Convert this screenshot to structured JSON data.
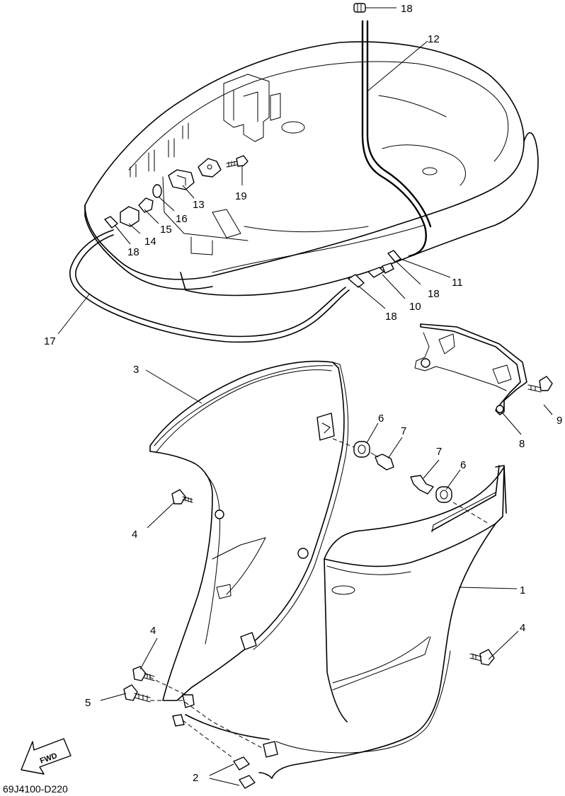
{
  "diagram": {
    "code": "69J4100-D220",
    "fwd_label": "FWD",
    "callouts": [
      "18",
      "12",
      "19",
      "13",
      "16",
      "15",
      "14",
      "18",
      "11",
      "18",
      "10",
      "18",
      "17",
      "3",
      "6",
      "7",
      "9",
      "8",
      "7",
      "6",
      "4",
      "1",
      "4",
      "4",
      "5",
      "2"
    ]
  }
}
